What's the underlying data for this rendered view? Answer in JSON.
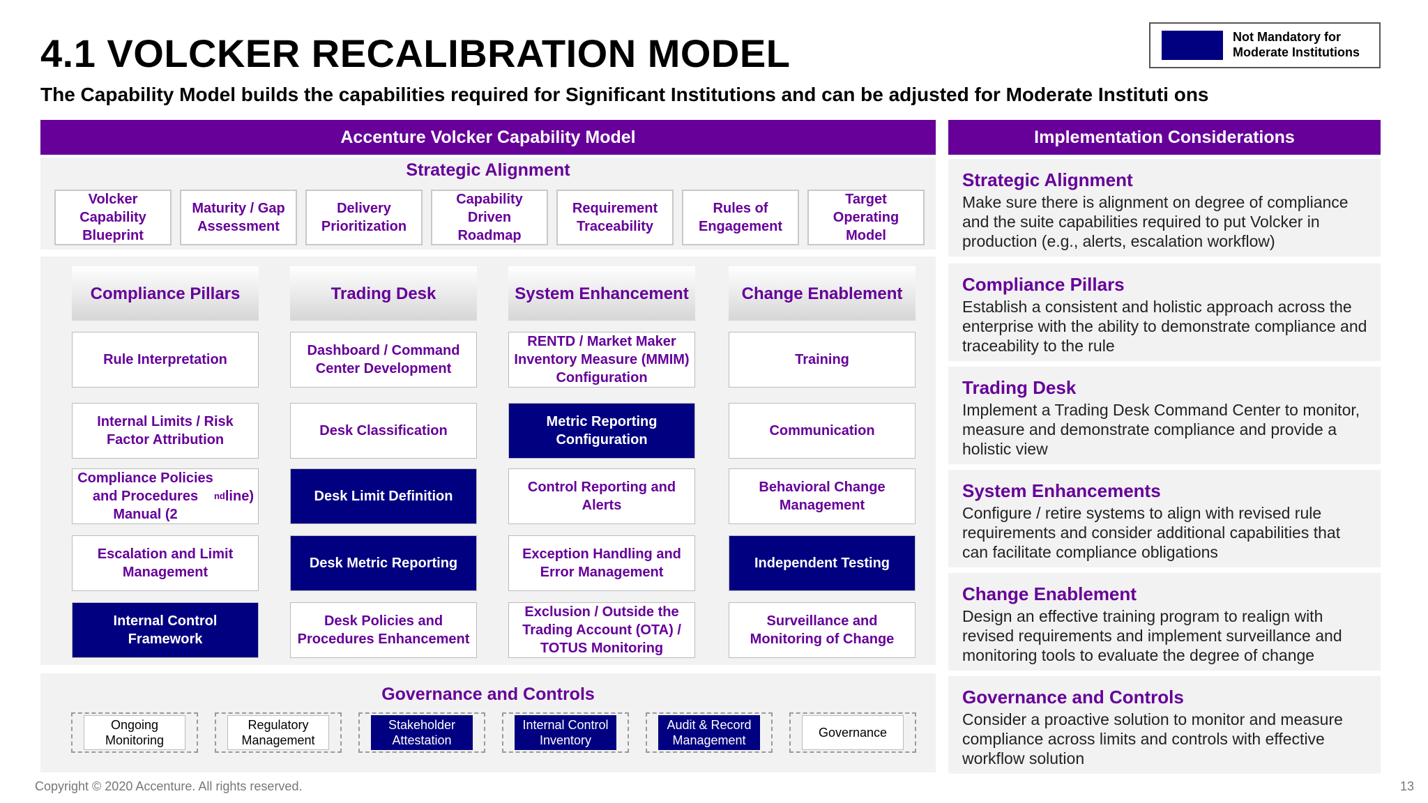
{
  "header": {
    "title": "4.1 VOLCKER RECALIBRATION MODEL",
    "subtitle": "The Capability Model builds the capabilities required for Significant Institutions and can be adjusted for Moderate Instituti ons"
  },
  "legend": {
    "label_line1": "Not Mandatory for",
    "label_line2": "Moderate Institutions"
  },
  "colors": {
    "purple": "#660099",
    "navy": "#000080",
    "panel": "#f2f2f2"
  },
  "model": {
    "header": "Accenture Volcker Capability Model",
    "strategic": {
      "title": "Strategic Alignment",
      "items": [
        "Volcker Capability Blueprint",
        "Maturity / Gap Assessment",
        "Delivery Prioritization",
        "Capability Driven Roadmap",
        "Requirement Traceability",
        "Rules of Engagement",
        "Target Operating Model"
      ]
    },
    "columns": [
      {
        "title": "Compliance Pillars",
        "items": [
          {
            "label": "Rule Interpretation",
            "mandatory_not_moderate": false
          },
          {
            "label": "Internal Limits / Risk Factor Attribution",
            "mandatory_not_moderate": false
          },
          {
            "label": "Compliance Policies and Procedures Manual (2nd line)",
            "mandatory_not_moderate": false
          },
          {
            "label": "Escalation and Limit Management",
            "mandatory_not_moderate": false
          },
          {
            "label": "Internal Control Framework",
            "mandatory_not_moderate": true
          }
        ]
      },
      {
        "title": "Trading Desk",
        "items": [
          {
            "label": "Dashboard / Command Center Development",
            "mandatory_not_moderate": false
          },
          {
            "label": "Desk Classification",
            "mandatory_not_moderate": false
          },
          {
            "label": "Desk Limit Definition",
            "mandatory_not_moderate": true
          },
          {
            "label": "Desk Metric Reporting",
            "mandatory_not_moderate": true
          },
          {
            "label": "Desk Policies and Procedures Enhancement",
            "mandatory_not_moderate": false
          }
        ]
      },
      {
        "title": "System Enhancement",
        "items": [
          {
            "label": "RENTD / Market Maker Inventory Measure (MMIM) Configuration",
            "mandatory_not_moderate": false
          },
          {
            "label": "Metric Reporting Configuration",
            "mandatory_not_moderate": true
          },
          {
            "label": "Control Reporting and Alerts",
            "mandatory_not_moderate": false
          },
          {
            "label": "Exception Handling and Error Management",
            "mandatory_not_moderate": false
          },
          {
            "label": "Exclusion / Outside the Trading Account (OTA) / TOTUS Monitoring",
            "mandatory_not_moderate": false
          }
        ]
      },
      {
        "title": "Change Enablement",
        "items": [
          {
            "label": "Training",
            "mandatory_not_moderate": false
          },
          {
            "label": "Communication",
            "mandatory_not_moderate": false
          },
          {
            "label": "Behavioral Change Management",
            "mandatory_not_moderate": false
          },
          {
            "label": "Independent Testing",
            "mandatory_not_moderate": true
          },
          {
            "label": "Surveillance and Monitoring of Change",
            "mandatory_not_moderate": false
          }
        ]
      }
    ],
    "governance": {
      "title": "Governance and Controls",
      "items": [
        {
          "label": "Ongoing Monitoring",
          "mandatory_not_moderate": false
        },
        {
          "label": "Regulatory Management",
          "mandatory_not_moderate": false
        },
        {
          "label": "Stakeholder Attestation",
          "mandatory_not_moderate": true
        },
        {
          "label": "Internal Control Inventory",
          "mandatory_not_moderate": true
        },
        {
          "label": "Audit & Record Management",
          "mandatory_not_moderate": true
        },
        {
          "label": "Governance",
          "mandatory_not_moderate": false
        }
      ]
    }
  },
  "considerations": {
    "header": "Implementation Considerations",
    "items": [
      {
        "title": "Strategic Alignment",
        "text": "Make sure there is alignment on degree of compliance and the suite capabilities required to put Volcker in production (e.g., alerts, escalation workflow)"
      },
      {
        "title": "Compliance Pillars",
        "text": "Establish a consistent and holistic approach across the enterprise with the ability to demonstrate compliance and traceability to the rule"
      },
      {
        "title": "Trading Desk",
        "text": "Implement a Trading Desk Command Center to monitor, measure and demonstrate compliance and provide a holistic view"
      },
      {
        "title": "System Enhancements",
        "text": "Configure / retire systems to align with revised rule requirements and consider additional capabilities that can facilitate compliance obligations"
      },
      {
        "title": "Change Enablement",
        "text": "Design an effective training program to realign with revised requirements and implement surveillance and monitoring tools to evaluate the degree of change"
      },
      {
        "title": "Governance and Controls",
        "text": "Consider a proactive solution to monitor and measure compliance across limits and controls with effective workflow solution"
      }
    ]
  },
  "footer": {
    "copyright": "Copyright © 2020 Accenture. All rights reserved.",
    "page": "13"
  }
}
